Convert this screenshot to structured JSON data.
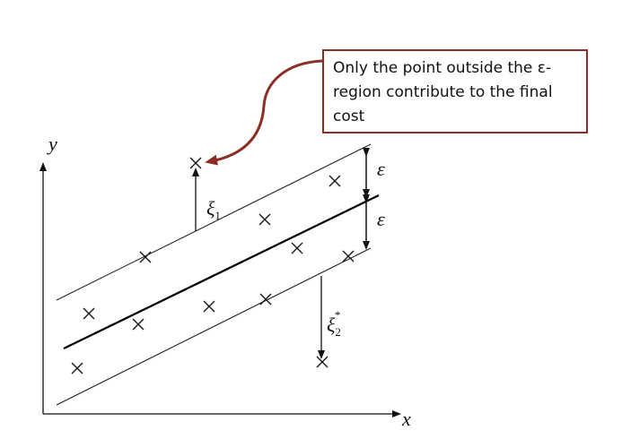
{
  "callout": {
    "text": "Only the point outside the ε-region contribute to the final cost"
  },
  "axes": {
    "x_label": "x",
    "y_label": "y"
  },
  "annotations": {
    "epsilon_upper": "ε",
    "epsilon_lower": "ε",
    "xi1": "ξ",
    "xi1_sub": "1",
    "xi2": "ξ",
    "xi2_sub": "2",
    "xi2_sup": "*"
  },
  "colors": {
    "line": "#111111",
    "callout_border": "#8B2E24",
    "arrow": "#8B2E24"
  }
}
